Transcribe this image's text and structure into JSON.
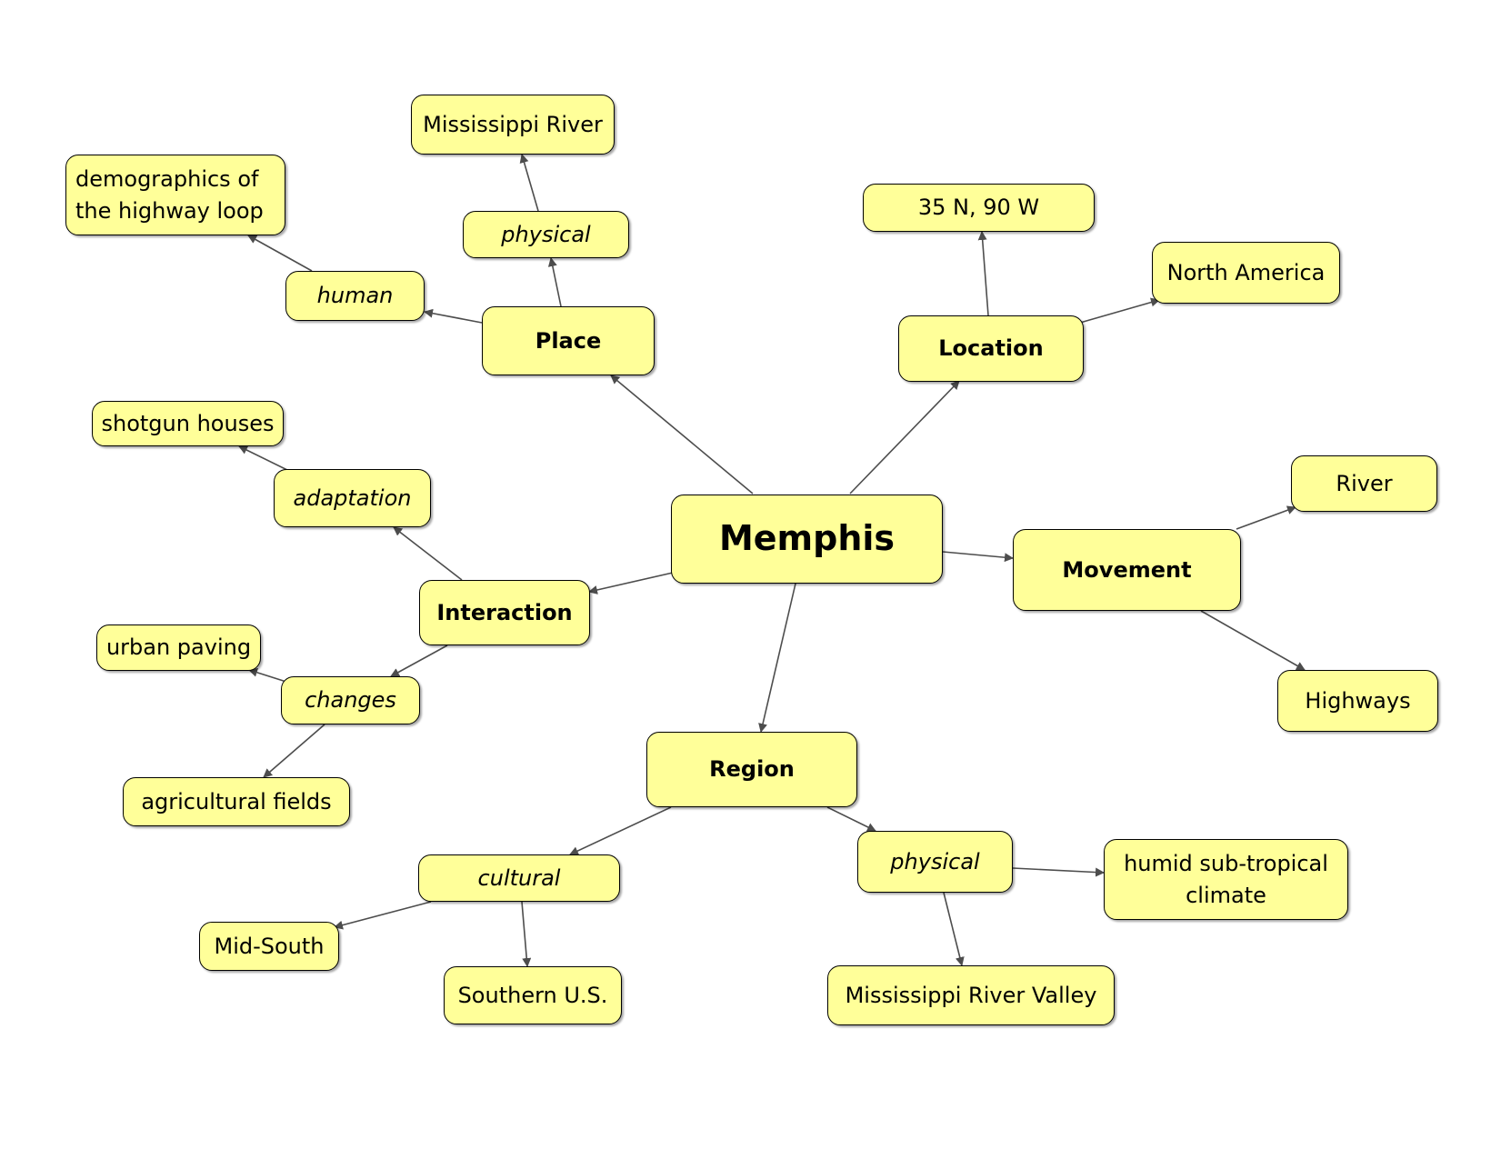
{
  "diagram": {
    "center": "Memphis",
    "place": {
      "label": "Place",
      "human": "human",
      "human_detail": "demographics  of\nthe highway loop",
      "physical": "physical",
      "physical_detail": "Mississippi River"
    },
    "location": {
      "label": "Location",
      "coords": "35 N, 90 W",
      "continent": "North America"
    },
    "movement": {
      "label": "Movement",
      "river": "River",
      "highways": "Highways"
    },
    "interaction": {
      "label": "Interaction",
      "adaptation": "adaptation",
      "adaptation_detail": "shotgun houses",
      "changes": "changes",
      "changes_detail_1": "urban paving",
      "changes_detail_2": "agricultural  fields"
    },
    "region": {
      "label": "Region",
      "cultural": "cultural",
      "cultural_detail_1": "Mid-South",
      "cultural_detail_2": "Southern U.S.",
      "physical": "physical",
      "physical_detail_1": "humid  sub-tropical\nclimate",
      "physical_detail_2": "Mississippi River Valley"
    }
  },
  "colors": {
    "node_fill": "#ffff99",
    "border": "#000000",
    "arrow": "#4d4d4d"
  }
}
